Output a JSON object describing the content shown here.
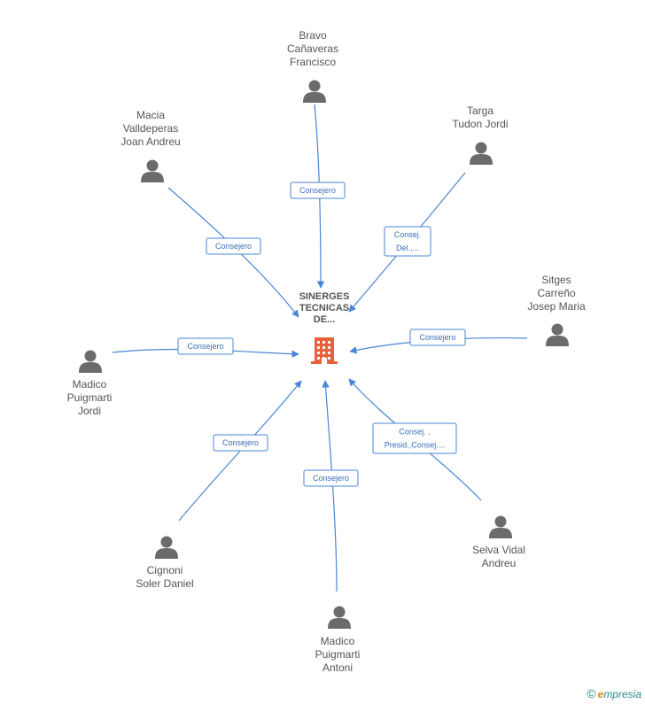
{
  "center": {
    "name_lines": [
      "SINERGES",
      "TECNICAS",
      "DE..."
    ],
    "icon": "building-icon",
    "icon_color": "#e8603c"
  },
  "people": [
    {
      "id": "bravo",
      "name_lines": [
        "Bravo",
        "Cañaveras",
        "Francisco"
      ],
      "role_lines": [
        "Consejero"
      ]
    },
    {
      "id": "macia",
      "name_lines": [
        "Macia",
        "Valldeperas",
        "Joan Andreu"
      ],
      "role_lines": [
        "Consejero"
      ]
    },
    {
      "id": "targa",
      "name_lines": [
        "Targa",
        "Tudon Jordi"
      ],
      "role_lines": [
        "Consej.",
        "Del.,..."
      ]
    },
    {
      "id": "sitges",
      "name_lines": [
        "Sitges",
        "Carreño",
        "Josep Maria"
      ],
      "role_lines": [
        "Consejero"
      ]
    },
    {
      "id": "madico-jordi",
      "name_lines": [
        "Madico",
        "Puigmarti",
        "Jordi"
      ],
      "role_lines": [
        "Consejero"
      ]
    },
    {
      "id": "cignoni",
      "name_lines": [
        "Cignoni",
        "Soler Daniel"
      ],
      "role_lines": [
        "Consejero"
      ]
    },
    {
      "id": "madico-antoni",
      "name_lines": [
        "Madico",
        "Puigmarti",
        "Antoni"
      ],
      "role_lines": [
        "Consejero"
      ]
    },
    {
      "id": "selva",
      "name_lines": [
        "Selva Vidal",
        "Andreu"
      ],
      "role_lines": [
        "Consej. ,",
        "Presid.,Consej...."
      ]
    }
  ],
  "colors": {
    "edge": "#4a86d4",
    "person_icon": "#6b6b6b",
    "name_text": "#555555"
  },
  "brand": {
    "copyright": "©",
    "name_e": "e",
    "name_rest": "mpresia"
  }
}
